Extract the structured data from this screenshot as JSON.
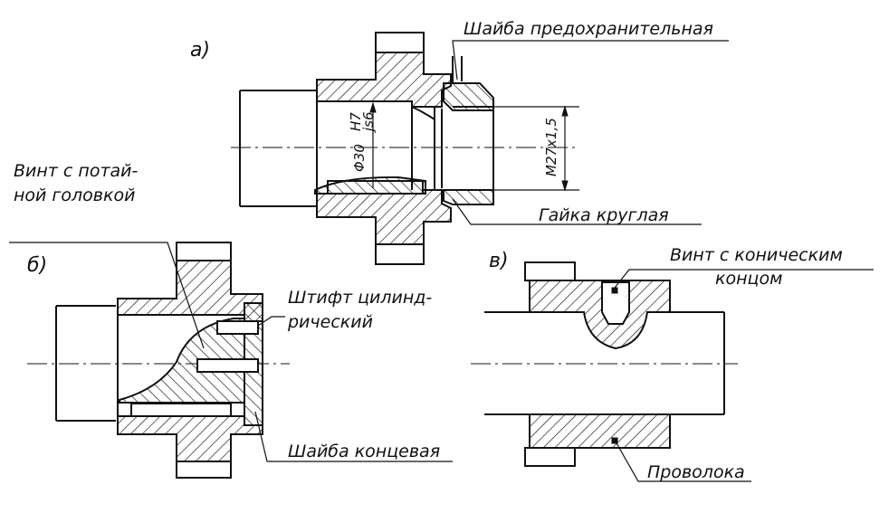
{
  "views": {
    "a": {
      "label": "а)"
    },
    "b": {
      "label": "б)"
    },
    "v": {
      "label": "в)"
    }
  },
  "labels": {
    "safety_washer": "Шайба предохранительная",
    "round_nut": "Гайка круглая",
    "countersunk_screw_line1": "Винт с потай-",
    "countersunk_screw_line2": "ной головкой",
    "pin_line1": "Штифт цилинд-",
    "pin_line2": "рический",
    "end_washer": "Шайба концевая",
    "cone_screw_line1": "Винт с коническим",
    "cone_screw_line2": "концом",
    "wire": "Проволока"
  },
  "dimensions": {
    "diameter": "Φ30",
    "fit_upper": "H7",
    "fit_lower": "js6",
    "thread": "M27x1,5"
  },
  "colors": {
    "ink": "#111111",
    "paper": "#ffffff"
  }
}
